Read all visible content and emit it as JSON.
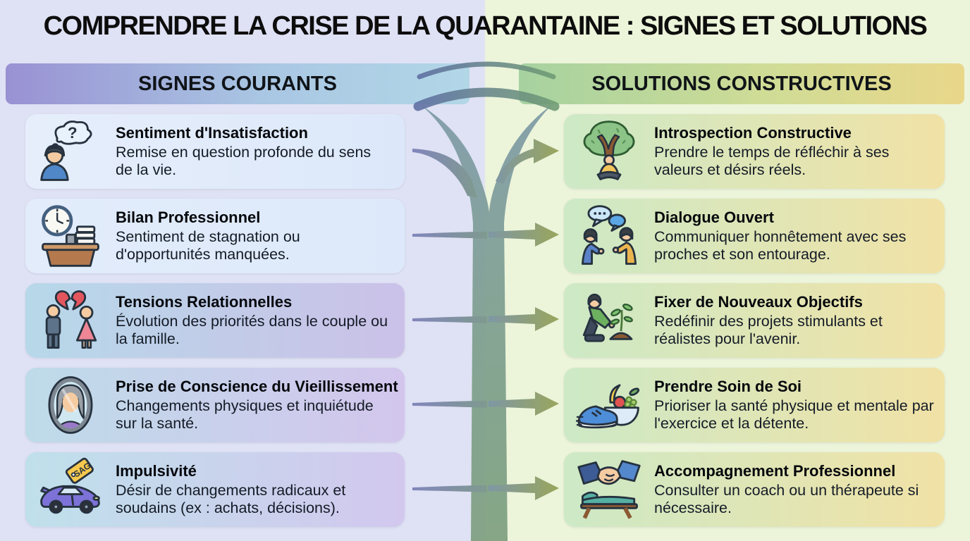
{
  "title": "COMPRENDRE LA CRISE DE LA QUARANTAINE : SIGNES ET SOLUTIONS",
  "columns": {
    "left": {
      "header": "SIGNES COURANTS",
      "items": [
        {
          "icon": "person-question-icon",
          "bubble_glyph": "?",
          "title": "Sentiment d'Insatisfaction",
          "desc": "Remise en question profonde du sens de la vie."
        },
        {
          "icon": "clock-desk-icon",
          "title": "Bilan Professionnel",
          "desc": "Sentiment de stagnation ou d'opportunités manquées."
        },
        {
          "icon": "broken-heart-couple-icon",
          "title": "Tensions Relationnelles",
          "desc": "Évolution des priorités dans le couple ou la famille."
        },
        {
          "icon": "mirror-aging-icon",
          "title": "Prise de Conscience du Vieillissement",
          "desc": "Changements physiques et inquiétude sur la santé."
        },
        {
          "icon": "sports-car-sale-icon",
          "tag_label": "SAG",
          "title": "Impulsivité",
          "desc": "Désir de changements radicaux et soudains (ex : achats, décisions)."
        }
      ]
    },
    "right": {
      "header": "SOLUTIONS CONSTRUCTIVES",
      "items": [
        {
          "icon": "meditation-tree-icon",
          "title": "Introspection Constructive",
          "desc": "Prendre le temps de réfléchir à ses valeurs et désirs réels."
        },
        {
          "icon": "dialogue-icon",
          "title": "Dialogue Ouvert",
          "desc": "Communiquer honnêtement avec ses proches et son entourage."
        },
        {
          "icon": "planting-goals-icon",
          "title": "Fixer de Nouveaux Objectifs",
          "desc": "Redéfinir des projets stimulants et réalistes pour l'avenir."
        },
        {
          "icon": "selfcare-icon",
          "title": "Prendre Soin de Soi",
          "desc": "Prioriser la santé physique et mentale par l'exercice et la détente."
        },
        {
          "icon": "handshake-therapy-icon",
          "title": "Accompagnement Professionnel",
          "desc": "Consulter un coach ou un thérapeute si nécessaire."
        }
      ]
    }
  },
  "colors": {
    "bg_left": "#dfe1f4",
    "bg_right": "#ecf4da",
    "header_left_gradient": [
      "#9991d3",
      "#b2d7e7"
    ],
    "header_right_gradient": [
      "#a6d2a0",
      "#e9d78a"
    ],
    "trunk": "#7e9e90",
    "arrow_start": "#8186bb",
    "arrow_end": "#9aa65c"
  }
}
